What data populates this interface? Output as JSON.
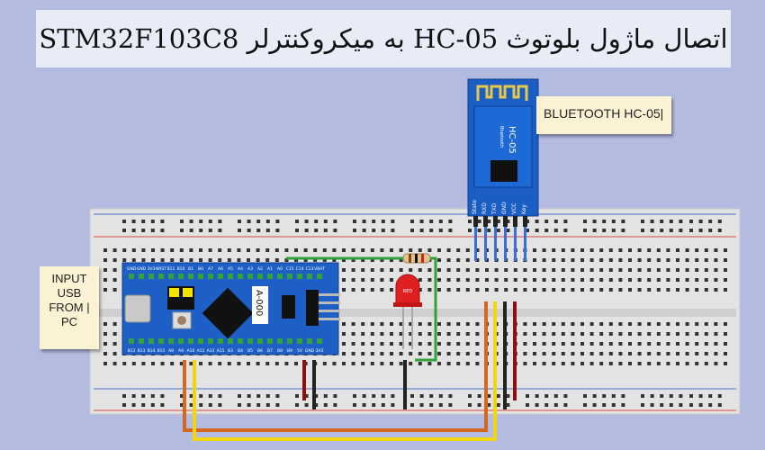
{
  "title": "اتصال ماژول بلوتوث HC-05 به میکروکنترلر STM32F103C8",
  "notes": {
    "bluetooth": "BLUETOOTH HC-05",
    "usb_lines": [
      "INPUT",
      "USB",
      "FROM",
      "PC"
    ]
  },
  "hc05": {
    "name": "HC-05",
    "sub": "Bluetooth",
    "pins": [
      "State",
      "RXD",
      "TXD",
      "GND",
      "VCC",
      "Key"
    ]
  },
  "stm32": {
    "top_pins": [
      "GND",
      "GND",
      "3V3",
      "NRST",
      "B11",
      "B10",
      "B1",
      "B0",
      "A7",
      "A6",
      "A5",
      "A4",
      "A3",
      "A2",
      "A1",
      "A0",
      "C15",
      "C14",
      "C13",
      "VBAT"
    ],
    "bottom_pins": [
      "B12",
      "B13",
      "B14",
      "B15",
      "A8",
      "A9",
      "A10",
      "A11",
      "A12",
      "A15",
      "B3",
      "B4",
      "B5",
      "B6",
      "B7",
      "B8",
      "B9",
      "5V",
      "GND",
      "3V3"
    ],
    "chip_label": "A-000"
  },
  "led_label": "RED",
  "colors": {
    "background": "#b4bbe0",
    "board": "#1d5fc4",
    "wire_green": "#2fa23a",
    "wire_yellow": "#f0d50f",
    "wire_orange": "#d2691e",
    "wire_darkred": "#8b1010",
    "wire_black": "#222222",
    "led": "#e02020"
  }
}
